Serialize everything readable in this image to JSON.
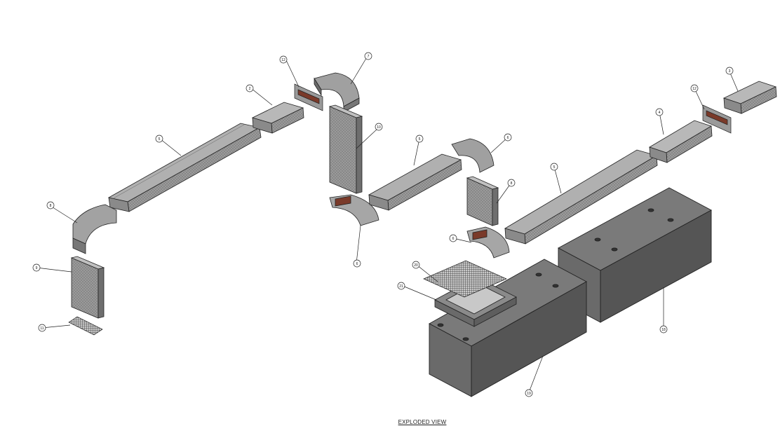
{
  "drawing": {
    "view_title": "EXPLODED VIEW"
  },
  "balloons": [
    {
      "id": "b-12a",
      "label": "12"
    },
    {
      "id": "b-7",
      "label": "7"
    },
    {
      "id": "b-2",
      "label": "2"
    },
    {
      "id": "b-5a",
      "label": "5"
    },
    {
      "id": "b-10",
      "label": "10"
    },
    {
      "id": "b-8a",
      "label": "8"
    },
    {
      "id": "b-9",
      "label": "9"
    },
    {
      "id": "b-11",
      "label": "11"
    },
    {
      "id": "b-6a",
      "label": "6"
    },
    {
      "id": "b-5b",
      "label": "5"
    },
    {
      "id": "b-6b",
      "label": "6"
    },
    {
      "id": "b-8b",
      "label": "8"
    },
    {
      "id": "b-6c",
      "label": "6"
    },
    {
      "id": "b-5c",
      "label": "5"
    },
    {
      "id": "b-4",
      "label": "4"
    },
    {
      "id": "b-12b",
      "label": "12"
    },
    {
      "id": "b-3",
      "label": "3"
    },
    {
      "id": "b-20",
      "label": "20"
    },
    {
      "id": "b-21",
      "label": "21"
    },
    {
      "id": "b-19",
      "label": "19"
    },
    {
      "id": "b-18",
      "label": "18"
    }
  ],
  "colors": {
    "face_light": "#a8a8a8",
    "face_mid": "#8a8a8a",
    "face_dark": "#5e5e5e",
    "box_top": "#7a7a7a",
    "box_side": "#555555",
    "box_front": "#6a6a6a",
    "line": "#222222",
    "accent_red": "#7a3a2a"
  }
}
